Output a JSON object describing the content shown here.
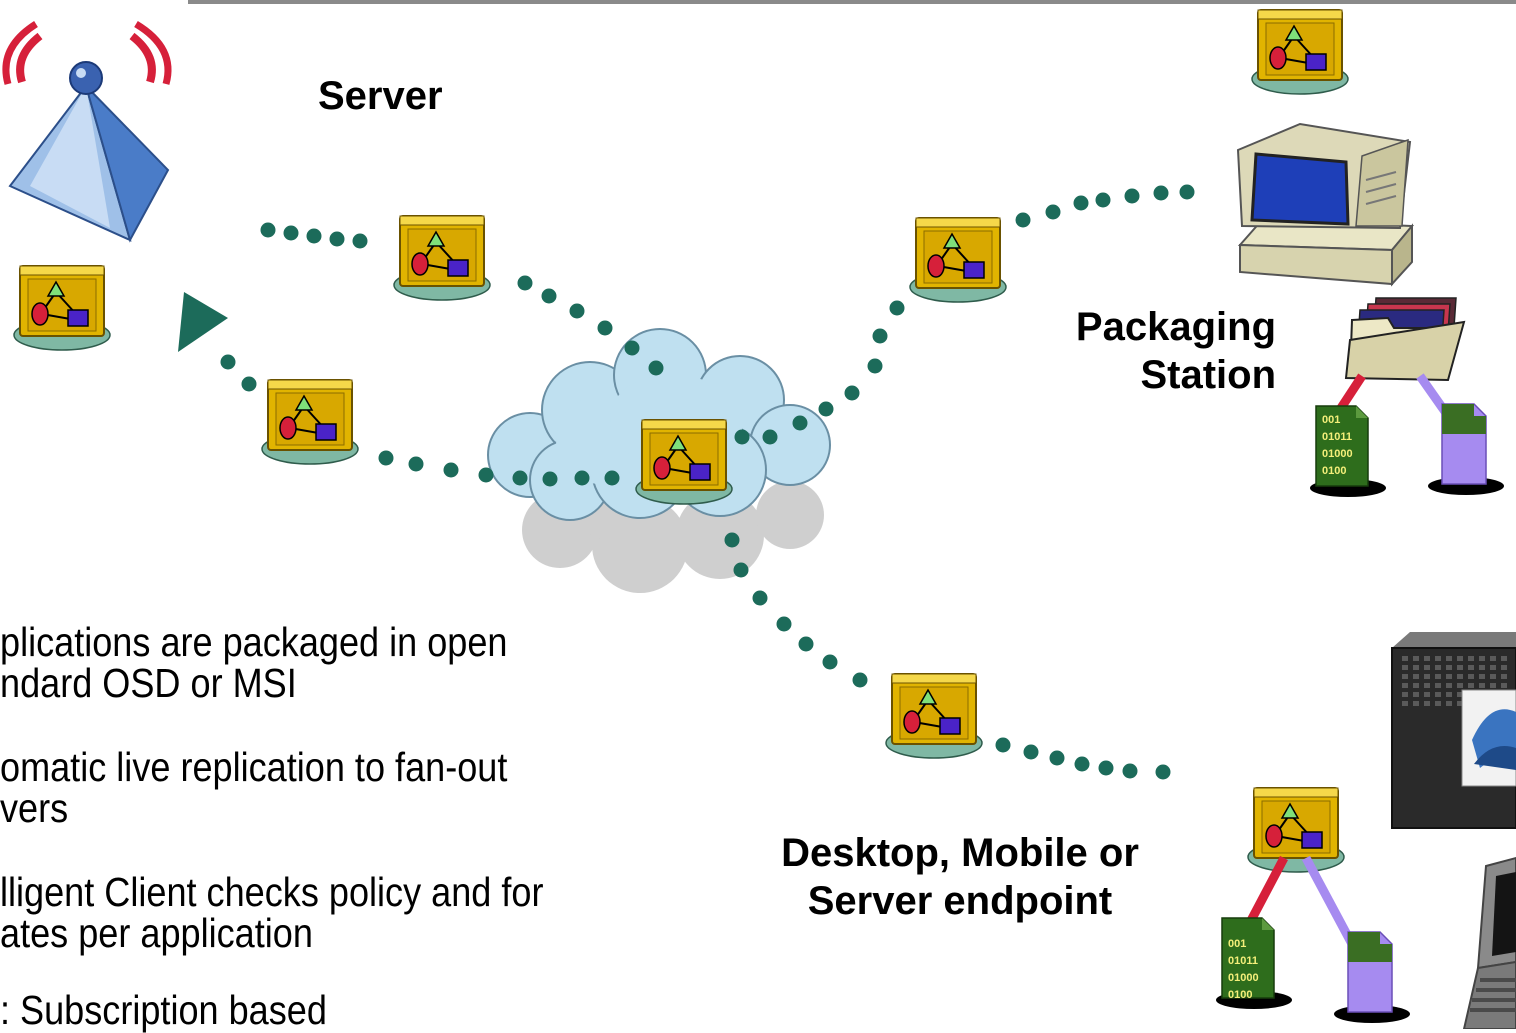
{
  "labels": {
    "server": "Server",
    "packaging_line1": "Packaging",
    "packaging_line2": "Station",
    "endpoint_line1": "Desktop, Mobile or",
    "endpoint_line2": "Server endpoint"
  },
  "bullets": [
    {
      "line1": "plications are packaged in open",
      "line2": "ndard OSD or MSI"
    },
    {
      "line1": "omatic live replication to fan-out",
      "line2": "vers"
    },
    {
      "line1": "lligent Client checks policy and for",
      "line2": "ates per application"
    },
    {
      "line1": ": Subscription based",
      "line2": ""
    }
  ],
  "binary_file": [
    "001",
    "01011",
    "01000",
    "0100"
  ],
  "colors": {
    "dots": "#1c6b5a",
    "app_icon_body": "#e1b400",
    "app_icon_base": "#7fb8a4",
    "cloud": "#bfe0f0",
    "link_red": "#d6203a",
    "link_purple": "#a68bf0"
  },
  "icons": [
    "broadcast-tower-icon",
    "app-package-icon",
    "cloud-network-icon",
    "desktop-computer-icon",
    "folder-stack-icon",
    "binary-file-icon",
    "data-file-icon",
    "server-tower-icon",
    "laptop-icon",
    "arrow-head-icon"
  ]
}
